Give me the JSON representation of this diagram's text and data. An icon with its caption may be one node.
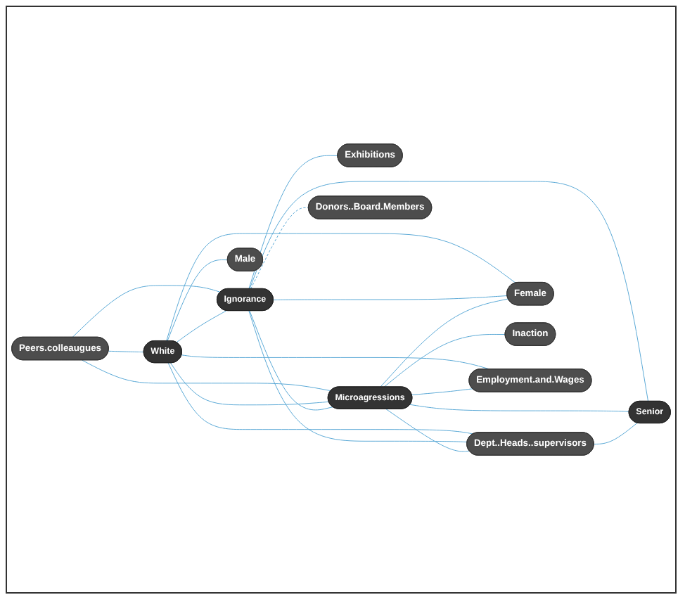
{
  "diagram": {
    "nodes": [
      {
        "text": [
          "Peers.colleaugues"
        ]
      },
      {
        "text": [
          "White"
        ]
      },
      {
        "text": [
          "Ignorance"
        ]
      },
      {
        "text": [
          "Exhibitions"
        ]
      },
      {
        "text": [
          "Male"
        ]
      },
      {
        "text": [
          "Microagressions"
        ]
      },
      {
        "text": [
          "Dept..Heads..supervisors"
        ]
      },
      {
        "text": [
          "Female"
        ]
      },
      {
        "text": [
          "Inaction"
        ]
      },
      {
        "text": [
          "Donors..Board.Members"
        ]
      },
      {
        "text": [
          "Employment.and.Wages"
        ]
      },
      {
        "text": [
          "Senior"
        ]
      }
    ],
    "edges": [
      {
        "from": 0,
        "to": 1,
        "arrow": "none"
      },
      {
        "from": 0,
        "to": 2,
        "arrow": "none"
      },
      {
        "from": 0,
        "to": 5,
        "arrow": "none"
      },
      {
        "from": 1,
        "to": 2,
        "arrow": "none"
      },
      {
        "from": 1,
        "to": 5,
        "arrow": "none"
      },
      {
        "from": 1,
        "to": 6,
        "arrow": "none"
      },
      {
        "from": 1,
        "to": 4,
        "arrow": "none"
      },
      {
        "from": 1,
        "to": 7,
        "arrow": "none"
      },
      {
        "from": 1,
        "to": 10,
        "arrow": "none"
      },
      {
        "from": 2,
        "to": 5,
        "arrow": "none"
      },
      {
        "from": 2,
        "to": 6,
        "arrow": "none"
      },
      {
        "from": 2,
        "to": 3,
        "arrow": "none"
      },
      {
        "from": 2,
        "to": 7,
        "arrow": "none"
      },
      {
        "from": 2,
        "to": 9,
        "arrow": "none",
        "style": "dashed"
      },
      {
        "from": 2,
        "to": 11,
        "arrow": "none"
      },
      {
        "from": 5,
        "to": 6,
        "arrow": "none"
      },
      {
        "from": 5,
        "to": 7,
        "arrow": "none"
      },
      {
        "from": 5,
        "to": 8,
        "arrow": "none"
      },
      {
        "from": 5,
        "to": 10,
        "arrow": "none"
      },
      {
        "from": 5,
        "to": 11,
        "arrow": "none"
      },
      {
        "from": 6,
        "to": 11,
        "arrow": "none"
      }
    ]
  }
}
